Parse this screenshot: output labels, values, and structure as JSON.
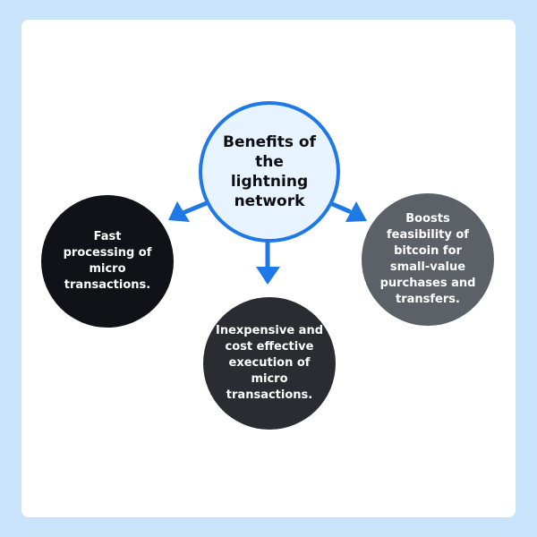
{
  "diagram": {
    "center": {
      "label": "Benefits of the lightning network"
    },
    "benefits": [
      {
        "label": "Fast processing of micro transactions."
      },
      {
        "label": "Inexpensive and cost effective execution of micro transactions."
      },
      {
        "label": "Boosts feasibility of bitcoin for small-value purchases and transfers."
      }
    ]
  },
  "colors": {
    "page_background": "#c9e3fb",
    "card_background": "#ffffff",
    "accent_blue": "#1e78e6",
    "center_fill": "#e7f3fe",
    "left_node_fill": "#111217",
    "bottom_node_fill": "#2a2c31",
    "right_node_fill": "#5c6168"
  }
}
